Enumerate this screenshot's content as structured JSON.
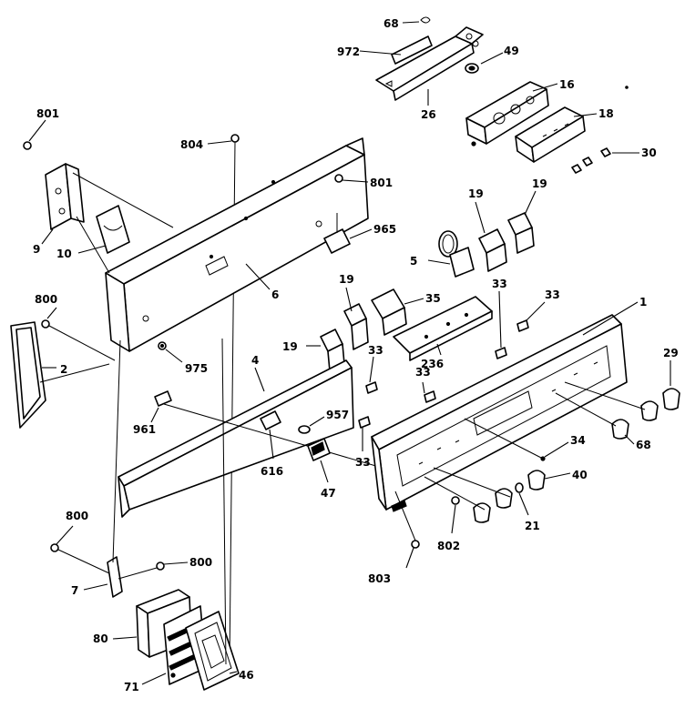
{
  "diagram": {
    "description_labels": {
      "p68a": "68",
      "p972": "972",
      "p49": "49",
      "p26": "26",
      "p16": "16",
      "p18": "18",
      "p30": "30",
      "p801a": "801",
      "p804": "804",
      "p801b": "801",
      "p965": "965",
      "p10": "10",
      "p9": "9",
      "p6": "6",
      "p19a": "19",
      "p19b": "19",
      "p5": "5",
      "p800a": "800",
      "p2": "2",
      "p975": "975",
      "p19c": "19",
      "p35": "35",
      "p33a": "33",
      "p33b": "33",
      "p1": "1",
      "p19d": "19",
      "p4": "4",
      "p33c": "33",
      "p236": "236",
      "p33d": "33",
      "p29": "29",
      "p961": "961",
      "p957": "957",
      "p33e": "33",
      "p68b": "68",
      "p34": "34",
      "p616": "616",
      "p47": "47",
      "p40": "40",
      "p21": "21",
      "p800b": "800",
      "p802": "802",
      "p7": "7",
      "p800c": "800",
      "p803": "803",
      "p80": "80",
      "p71": "71",
      "p46": "46"
    }
  }
}
